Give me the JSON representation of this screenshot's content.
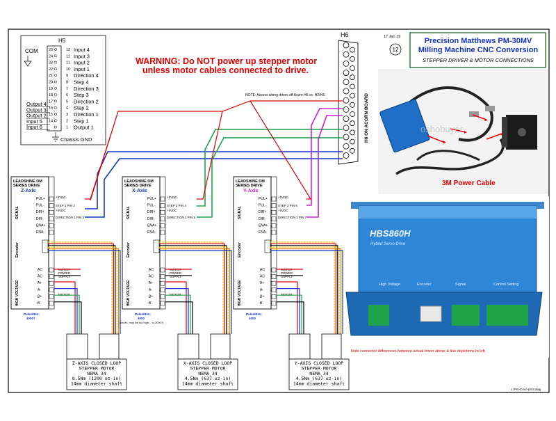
{
  "title": {
    "line1": "Precision Matthews PM-30MV",
    "line2": "Milling Machine CNC Conversion",
    "line3": "STEPPER DRIVER & MOTOR CONNECTIONS",
    "date": "17 Jan 19",
    "sheet": "12"
  },
  "warning": {
    "line1": "WARNING: Do NOT power up stepper motor",
    "line2": "unless motor cables connected to drive."
  },
  "note_top": "NOTE: Assess wiring drives off Acorn H6 vs. H2/H3.",
  "h5": {
    "title": "H5",
    "com": "COM",
    "chassis": "Chassis GND",
    "pins": [
      {
        "left": "25",
        "right": "13",
        "label": "Input 4"
      },
      {
        "left": "24",
        "right": "12",
        "label": "Input 3"
      },
      {
        "left": "23",
        "right": "11",
        "label": "Input 2"
      },
      {
        "left": "22",
        "right": "10",
        "label": "Input 1"
      },
      {
        "left": "21",
        "right": "9",
        "label": "Direction 4"
      },
      {
        "left": "20",
        "right": "8",
        "label": "Step 4"
      },
      {
        "left": "19",
        "right": "7",
        "label": "Direction 3"
      },
      {
        "left": "18",
        "right": "6",
        "label": "Step 3"
      },
      {
        "left": "17",
        "right": "5",
        "label": "Direction 2"
      },
      {
        "left": "16",
        "right": "4",
        "label": "Step 2"
      },
      {
        "left": "15",
        "right": "3",
        "label": "Direction 1"
      },
      {
        "left": "14",
        "right": "2",
        "label": "Step 1"
      },
      {
        "left": "",
        "right": "1",
        "label": "Output 1"
      }
    ],
    "outputs": [
      "Output 4",
      "Output 3",
      "Output 2",
      "Input 5",
      "Input 6"
    ]
  },
  "h6": {
    "title": "H6",
    "board": "H6 ON ACORN BOARD"
  },
  "drives": [
    {
      "header1": "LEADSHINE DM",
      "header2": "SERIES DRIVE",
      "axis": "Z-Axis",
      "axis_color": "#1432c8",
      "signal_pins": [
        "PUL+",
        "PUL-",
        "DIR+",
        "DIR-",
        "ENA+",
        "ENA-"
      ],
      "signal_notes": [
        "+5VDC",
        "STEP 1 PIN 2",
        "+5VDC",
        "DIRECTION 1 PIN 3"
      ],
      "power_pins": [
        "AC",
        "AC",
        "A+",
        "A-",
        "B+",
        "B-"
      ],
      "power_notes": [
        "MOTOR",
        "POWER",
        "SUPPLY",
        "MOTOR"
      ],
      "pulse_label": "Pulse/Rev:",
      "pulse_value": "4000?",
      "pulse_note": "",
      "motor": [
        "Z-AXIS CLOSED LOOP",
        "STEPPER MOTOR",
        "NEMA 34",
        "8.5Nm (1200 oz-in)",
        "14mm diameter shaft"
      ]
    },
    {
      "header1": "LEADSHINE DM",
      "header2": "SERIES DRIVE",
      "axis": "X-Axis",
      "axis_color": "#1432c8",
      "signal_pins": [
        "PUL+",
        "PUL-",
        "DIR+",
        "DIR-",
        "ENA+",
        "ENA-"
      ],
      "signal_notes": [
        "+5VDC",
        "STEP 2 PIN 4",
        "+5VDC",
        "DIRECTION 2 PIN 5"
      ],
      "power_pins": [
        "AC",
        "AC",
        "A+",
        "A-",
        "B+",
        "B-"
      ],
      "power_notes": [
        "MOTOR",
        "POWER",
        "SUPPLY",
        "MOTOR"
      ],
      "pulse_label": "Pulse/Rev:",
      "pulse_value": "4000",
      "pulse_note": "(xxxxx, may be too high... to 2000?)",
      "motor": [
        "X-AXIS CLOSED LOOP",
        "STEPPER MOTOR",
        "NEMA 34",
        "4.5Nm (637 oz-in)",
        "14mm diameter shaft"
      ]
    },
    {
      "header1": "LEADSHINE DM",
      "header2": "SERIES DRIVE",
      "axis": "Y-Axis",
      "axis_color": "#d020d0",
      "signal_pins": [
        "PUL+",
        "PUL-",
        "DIR+",
        "DIR-",
        "ENA+",
        "ENA-"
      ],
      "signal_notes": [
        "+5VDC",
        "STEP 3 PIN 6",
        "+5VDC",
        "DIRECTION 3 PIN 7"
      ],
      "power_pins": [
        "AC",
        "AC",
        "A+",
        "A-",
        "B+",
        "B-"
      ],
      "power_notes": [
        "MOTOR",
        "POWER",
        "SUPPLY",
        "MOTOR"
      ],
      "pulse_label": "Pulse/Rev:",
      "pulse_value": "4000",
      "pulse_note": "",
      "motor": [
        "Y-AXIS CLOSED LOOP",
        "STEPPER MOTOR",
        "NEMA 34",
        "4.5Nm (637 oz-in)",
        "14mm diameter shaft"
      ]
    }
  ],
  "side_labels": {
    "signal": "SIGNAL",
    "encoder": "Encoder",
    "high_voltage": "HIGH VOLTAGE"
  },
  "photo1": {
    "caption": "3M Power Cable",
    "watermark": "oshobuyer"
  },
  "photo2": {
    "model": "HBS860H",
    "subtitle": "Hybrid Servo Drive",
    "sections": [
      "High Voltage",
      "Encoder",
      "Signal",
      "Control Setting"
    ],
    "note": "Note connector differences between actual driver above & line depictions to left."
  },
  "footer": "L:/Pm-Cnc/i-pm3.dwg"
}
